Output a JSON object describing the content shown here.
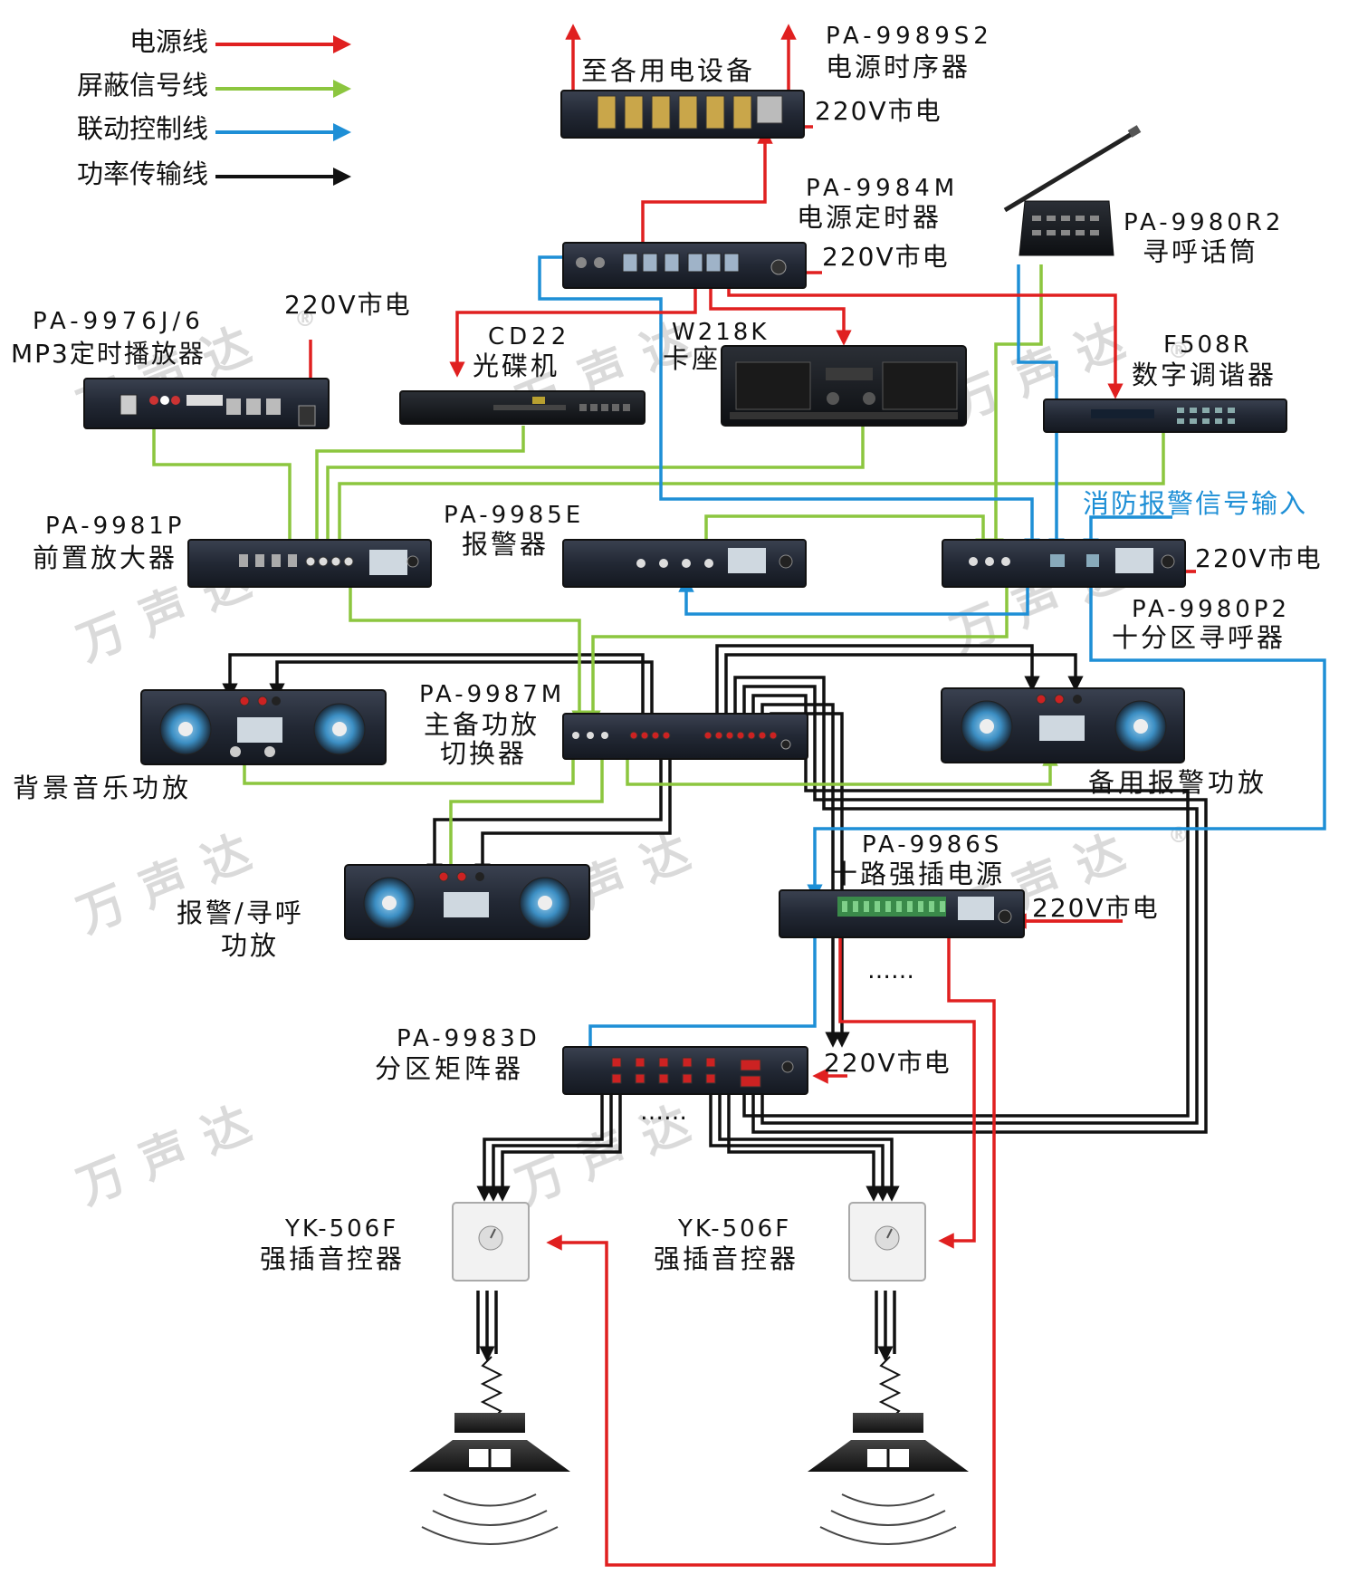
{
  "legend": [
    {
      "label": "电源线",
      "color": "#e02020"
    },
    {
      "label": "屏蔽信号线",
      "color": "#8cc63f"
    },
    {
      "label": "联动控制线",
      "color": "#1e8fd6"
    },
    {
      "label": "功率传输线",
      "color": "#111111"
    }
  ],
  "watermark": "万声达",
  "registered_mark": "®",
  "devices": {
    "seq": {
      "model": "PA-9989S2",
      "name": "电源时序器",
      "out_label": "至各用电设备",
      "mains": "220V市电"
    },
    "timer": {
      "model": "PA-9984M",
      "name": "电源定时器",
      "mains": "220V市电"
    },
    "mic": {
      "model": "PA-9980R2",
      "name": "寻呼话筒"
    },
    "mp3": {
      "model": "PA-9976J/6",
      "name": "MP3定时播放器",
      "mains": "220V市电"
    },
    "cd": {
      "model": "CD22",
      "name": "光碟机"
    },
    "cassette": {
      "model": "W218K",
      "name": "卡座"
    },
    "tuner": {
      "model": "F508R",
      "name": "数字调谐器"
    },
    "fire_input": "消防报警信号输入",
    "preamp": {
      "model": "PA-9981P",
      "name": "前置放大器"
    },
    "alarm": {
      "model": "PA-9985E",
      "name": "报警器"
    },
    "pager": {
      "model": "PA-9980P2",
      "name": "十分区寻呼器",
      "mains": "220V市电"
    },
    "switcher": {
      "model": "PA-9987M",
      "name1": "主备功放",
      "name2": "切换器"
    },
    "amp_bg": {
      "name": "背景音乐功放"
    },
    "amp_standby": {
      "name": "备用报警功放"
    },
    "amp_alarm": {
      "name1": "报警/寻呼",
      "name2": "功放"
    },
    "socket": {
      "model": "PA-9986S",
      "name": "十路强插电源",
      "mains": "220V市电"
    },
    "matrix": {
      "model": "PA-9983D",
      "name": "分区矩阵器",
      "mains": "220V市电"
    },
    "vc_left": {
      "model": "YK-506F",
      "name": "强插音控器"
    },
    "vc_right": {
      "model": "YK-506F",
      "name": "强插音控器"
    },
    "ellipsis": "……"
  }
}
